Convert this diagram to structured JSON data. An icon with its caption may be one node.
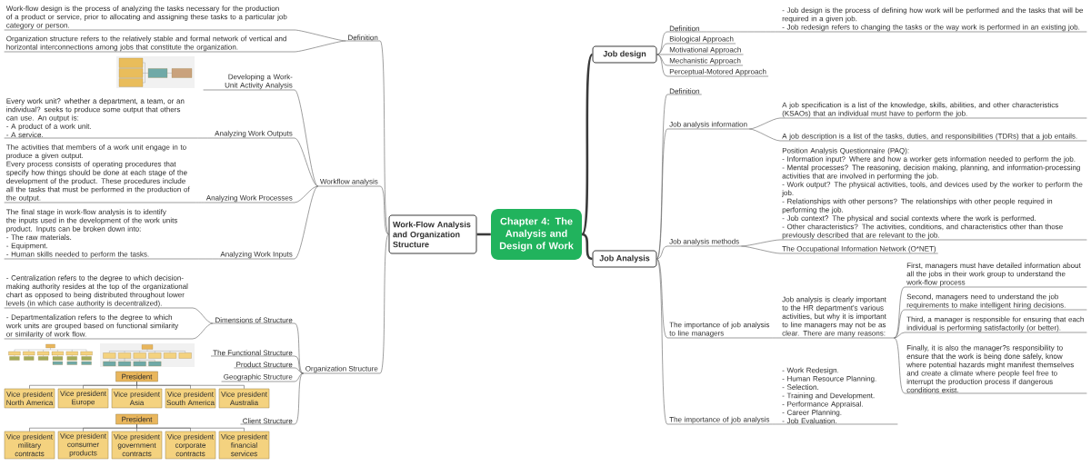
{
  "diagram": {
    "nodes": [
      {
        "text": [
          "Chapter 4: The Analysis and Design of Work"
        ]
      },
      {
        "text": [
          "Work-Flow Analysis and Organization Structure"
        ]
      },
      {
        "text": [
          "Job design"
        ]
      },
      {
        "text": [
          "Job Analysis"
        ]
      },
      {
        "text": [
          "Definition"
        ]
      },
      {
        "text": [
          "Work-flow design is the process of analyzing the tasks necessary for the production of a product or service, prior to allocating and assigning these tasks to a particular job category or person."
        ]
      },
      {
        "text": [
          "Organization structure refers to the relatively stable and formal network of vertical and horizontal interconnections among jobs that constitute the organization."
        ]
      },
      {
        "text": [
          "Workflow analysis"
        ]
      },
      {
        "text": [
          "Developing a Work-Unit Activity Analysis"
        ]
      },
      {
        "text": [
          "Analyzing Work Outputs"
        ]
      },
      {
        "text": [
          "Every work unit? whether a department, a team, or an individual? seeks to produce some output that others can use. An output is:",
          "- A product of a work unit.",
          "- A service."
        ]
      },
      {
        "text": [
          "Analyzing Work Processes"
        ]
      },
      {
        "text": [
          "The activities that members of a work unit engage in to produce a given output.",
          "Every process consists of operating procedures that specify how things should be done at each stage of the development of the product. These procedures include all the tasks that must be performed in the production of the output."
        ]
      },
      {
        "text": [
          "Analyzing Work Inputs"
        ]
      },
      {
        "text": [
          "The final stage in work-flow analysis is to identify the inputs used in the development of the work units product. Inputs can be broken down into:",
          "- The raw materials.",
          "- Equipment.",
          "- Human skills needed to perform the tasks."
        ]
      },
      {
        "text": [
          "Organization Structure"
        ]
      },
      {
        "text": [
          "Dimensions of Structure"
        ]
      },
      {
        "text": [
          "- Centralization refers to the degree to which decision-making authority resides at the top of the organizational chart as opposed to being distributed throughout lower levels (in which case authority is decentralized)."
        ]
      },
      {
        "text": [
          "- Departmentalization refers to the degree to which work units are grouped based on functional similarity or similarity of work flow."
        ]
      },
      {
        "text": [
          "The Functional Structure"
        ]
      },
      {
        "text": [
          "Product Structure"
        ]
      },
      {
        "text": [
          "Geographic Structure"
        ]
      },
      {
        "text": [
          "Client Structure"
        ]
      },
      {
        "text": [
          "Definition"
        ]
      },
      {
        "text": [
          "- Job design is the process of defining how work will be performed and the tasks that will be required in a given job.",
          "- Job redesign refers to changing the tasks or the way work is performed in an existing job."
        ]
      },
      {
        "text": [
          "Biological Approach"
        ]
      },
      {
        "text": [
          "Motivational Approach"
        ]
      },
      {
        "text": [
          "Mechanistic Approach"
        ]
      },
      {
        "text": [
          "Perceptual-Motored Approach"
        ]
      },
      {
        "text": [
          "Definition"
        ]
      },
      {
        "text": [
          "Job analysis information"
        ]
      },
      {
        "text": [
          "A job specification is a list of the knowledge, skills, abilities, and other characteristics (KSAOs) that an individual must have to perform the job."
        ]
      },
      {
        "text": [
          "A job description is a list of the tasks, duties, and responsibilities (TDRs) that a job entails."
        ]
      },
      {
        "text": [
          "Job analysis methods"
        ]
      },
      {
        "text": [
          "Position Analysis Questionnaire (PAQ):",
          "- Information input? Where and how a worker gets information needed to perform the job.",
          "- Mental processes? The reasoning, decision making, planning, and information-processing activities that are involved in performing the job.",
          "- Work output? The physical activities, tools, and devices used by the worker to perform the job.",
          "- Relationships with other persons? The relationships with other people required in performing the job.",
          "- Job context? The physical and social contexts where the work is performed.",
          "- Other characteristics? The activities, conditions, and characteristics other than those previously described that are relevant to the job."
        ]
      },
      {
        "text": [
          "The Occupational Information Network (O*NET)"
        ]
      },
      {
        "text": [
          "The importance of job analysis to line managers"
        ]
      },
      {
        "text": [
          "Job analysis is clearly important to the HR department's various activities, but why it is important to line managers may not be as clear. There are many reasons:"
        ]
      },
      {
        "text": [
          "First, managers must have detailed information about all the jobs in their work group to understand the work-flow process"
        ]
      },
      {
        "text": [
          "Second, managers need to understand the job requirements to make intelligent hiring decisions."
        ]
      },
      {
        "text": [
          "Third, a manager is responsible for ensuring that each individual is performing satisfactorily (or better)."
        ]
      },
      {
        "text": [
          "Finally, it is also the manager?s responsibility to ensure that the work is being done safely, know where potential hazards might manifest themselves and create a climate where people feel free to interrupt the production process if dangerous conditions exist."
        ]
      },
      {
        "text": [
          "The importance of job analysis"
        ]
      },
      {
        "text": [
          "- Work Redesign.",
          "- Human Resource Planning.",
          "- Selection.",
          "- Training and Development.",
          "- Performance Appraisal.",
          "- Career Planning.",
          "- Job Evaluation."
        ]
      },
      {
        "text": [
          "President"
        ]
      },
      {
        "text": [
          "Vice president North America"
        ]
      },
      {
        "text": [
          "Vice president Europe"
        ]
      },
      {
        "text": [
          "Vice president Asia"
        ]
      },
      {
        "text": [
          "Vice president South America"
        ]
      },
      {
        "text": [
          "Vice president Australia"
        ]
      },
      {
        "text": [
          "President"
        ]
      },
      {
        "text": [
          "Vice president military contracts"
        ]
      },
      {
        "text": [
          "Vice president consumer products"
        ]
      },
      {
        "text": [
          "Vice president government contracts"
        ]
      },
      {
        "text": [
          "Vice president corporate contracts"
        ]
      },
      {
        "text": [
          "Vice president financial services"
        ]
      }
    ],
    "edges": [
      {
        "from": 0,
        "to": 1,
        "arrow": "none",
        "style": "thick"
      },
      {
        "from": 0,
        "to": 2,
        "arrow": "none",
        "style": "thick"
      },
      {
        "from": 0,
        "to": 3,
        "arrow": "none",
        "style": "thick"
      },
      {
        "from": 1,
        "to": 4,
        "arrow": "none"
      },
      {
        "from": 1,
        "to": 7,
        "arrow": "none"
      },
      {
        "from": 1,
        "to": 15,
        "arrow": "none"
      },
      {
        "from": 4,
        "to": 5,
        "arrow": "none"
      },
      {
        "from": 4,
        "to": 6,
        "arrow": "none"
      },
      {
        "from": 7,
        "to": 8,
        "arrow": "none"
      },
      {
        "from": 7,
        "to": 9,
        "arrow": "none"
      },
      {
        "from": 7,
        "to": 11,
        "arrow": "none"
      },
      {
        "from": 7,
        "to": 13,
        "arrow": "none"
      },
      {
        "from": 9,
        "to": 10,
        "arrow": "none"
      },
      {
        "from": 11,
        "to": 12,
        "arrow": "none"
      },
      {
        "from": 13,
        "to": 14,
        "arrow": "none"
      },
      {
        "from": 15,
        "to": 16,
        "arrow": "none"
      },
      {
        "from": 15,
        "to": 19,
        "arrow": "none"
      },
      {
        "from": 15,
        "to": 20,
        "arrow": "none"
      },
      {
        "from": 15,
        "to": 21,
        "arrow": "none"
      },
      {
        "from": 15,
        "to": 22,
        "arrow": "none"
      },
      {
        "from": 16,
        "to": 17,
        "arrow": "none"
      },
      {
        "from": 16,
        "to": 18,
        "arrow": "none"
      },
      {
        "from": 2,
        "to": 23,
        "arrow": "none"
      },
      {
        "from": 2,
        "to": 25,
        "arrow": "none"
      },
      {
        "from": 2,
        "to": 26,
        "arrow": "none"
      },
      {
        "from": 2,
        "to": 27,
        "arrow": "none"
      },
      {
        "from": 2,
        "to": 28,
        "arrow": "none"
      },
      {
        "from": 23,
        "to": 24,
        "arrow": "none"
      },
      {
        "from": 3,
        "to": 29,
        "arrow": "none"
      },
      {
        "from": 3,
        "to": 30,
        "arrow": "none"
      },
      {
        "from": 3,
        "to": 33,
        "arrow": "none"
      },
      {
        "from": 3,
        "to": 36,
        "arrow": "none"
      },
      {
        "from": 3,
        "to": 42,
        "arrow": "none"
      },
      {
        "from": 30,
        "to": 31,
        "arrow": "none"
      },
      {
        "from": 30,
        "to": 32,
        "arrow": "none"
      },
      {
        "from": 33,
        "to": 34,
        "arrow": "none"
      },
      {
        "from": 33,
        "to": 35,
        "arrow": "none"
      },
      {
        "from": 36,
        "to": 37,
        "arrow": "none"
      },
      {
        "from": 37,
        "to": 38,
        "arrow": "none"
      },
      {
        "from": 37,
        "to": 39,
        "arrow": "none"
      },
      {
        "from": 37,
        "to": 40,
        "arrow": "none"
      },
      {
        "from": 37,
        "to": 41,
        "arrow": "none"
      },
      {
        "from": 42,
        "to": 43,
        "arrow": "none"
      },
      {
        "from": 44,
        "to": 45,
        "arrow": "none"
      },
      {
        "from": 44,
        "to": 46,
        "arrow": "none"
      },
      {
        "from": 44,
        "to": 47,
        "arrow": "none"
      },
      {
        "from": 44,
        "to": 48,
        "arrow": "none"
      },
      {
        "from": 44,
        "to": 49,
        "arrow": "none"
      },
      {
        "from": 50,
        "to": 51,
        "arrow": "none"
      },
      {
        "from": 50,
        "to": 52,
        "arrow": "none"
      },
      {
        "from": 50,
        "to": 53,
        "arrow": "none"
      },
      {
        "from": 50,
        "to": 54,
        "arrow": "none"
      },
      {
        "from": 50,
        "to": 55,
        "arrow": "none"
      }
    ]
  }
}
